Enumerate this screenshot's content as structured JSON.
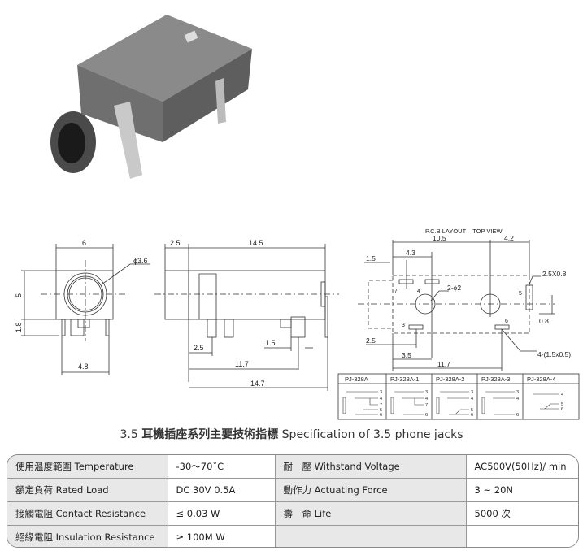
{
  "front_view": {
    "width": "6",
    "diameter": "ϕ3.6",
    "height": "5",
    "pin_length": "1.8",
    "pin_spacing": "4.8"
  },
  "side_view": {
    "front_length": "2.5",
    "body_length": "14.5",
    "pin_offset": "2.5",
    "pin_width": "1.5",
    "pin_distance": "11.7",
    "total_length": "14.7"
  },
  "pcb_layout": {
    "title": "P.C.B LAYOUT    TOP VIEW",
    "dim_10_5": "10.5",
    "dim_4_2": "4.2",
    "dim_4_3": "4.3",
    "dim_1_5": "1.5",
    "slot_size": "2.5X0.8",
    "holes": "2-ϕ2",
    "dim_0_8": "0.8",
    "dim_2_5": "2.5",
    "dim_3_5": "3.5",
    "dim_11_7": "11.7",
    "pads": "4-(1.5x0.5)",
    "pins": [
      "7",
      "4",
      "5",
      "3",
      "6"
    ]
  },
  "variants": {
    "models": [
      "PJ-328A",
      "PJ-328A-1",
      "PJ-328A-2",
      "PJ-328A-3",
      "PJ-328A-4"
    ],
    "pins": [
      [
        "3",
        "4",
        "7",
        "5",
        "6"
      ],
      [
        "3",
        "4",
        "7",
        "6"
      ],
      [
        "3",
        "4",
        "5",
        "6"
      ],
      [
        "3",
        "4",
        "6"
      ],
      [
        "4",
        "5",
        "6"
      ]
    ]
  },
  "title": {
    "prefix": "3.5",
    "chinese": "耳機插座系列主要技術指標",
    "english": "Specification of 3.5 phone jacks"
  },
  "spec_table": [
    {
      "label": "使用溫度範圍 Temperature",
      "value": "-30～70˚C",
      "label2": "耐　壓 Withstand Voltage",
      "value2": "AC500V(50Hz)/ min"
    },
    {
      "label": "額定負荷  Rated Load",
      "value": "DC  30V  0.5A",
      "label2": "動作力 Actuating Force",
      "value2": "3 ~ 20N"
    },
    {
      "label": "接觸電阻  Contact Resistance",
      "value": "≤ 0.03 W",
      "label2": "壽　命 Life",
      "value2": "5000 次"
    },
    {
      "label": "絕緣電阻  Insulation Resistance",
      "value": "≥ 100M W",
      "label2": "",
      "value2": ""
    }
  ]
}
